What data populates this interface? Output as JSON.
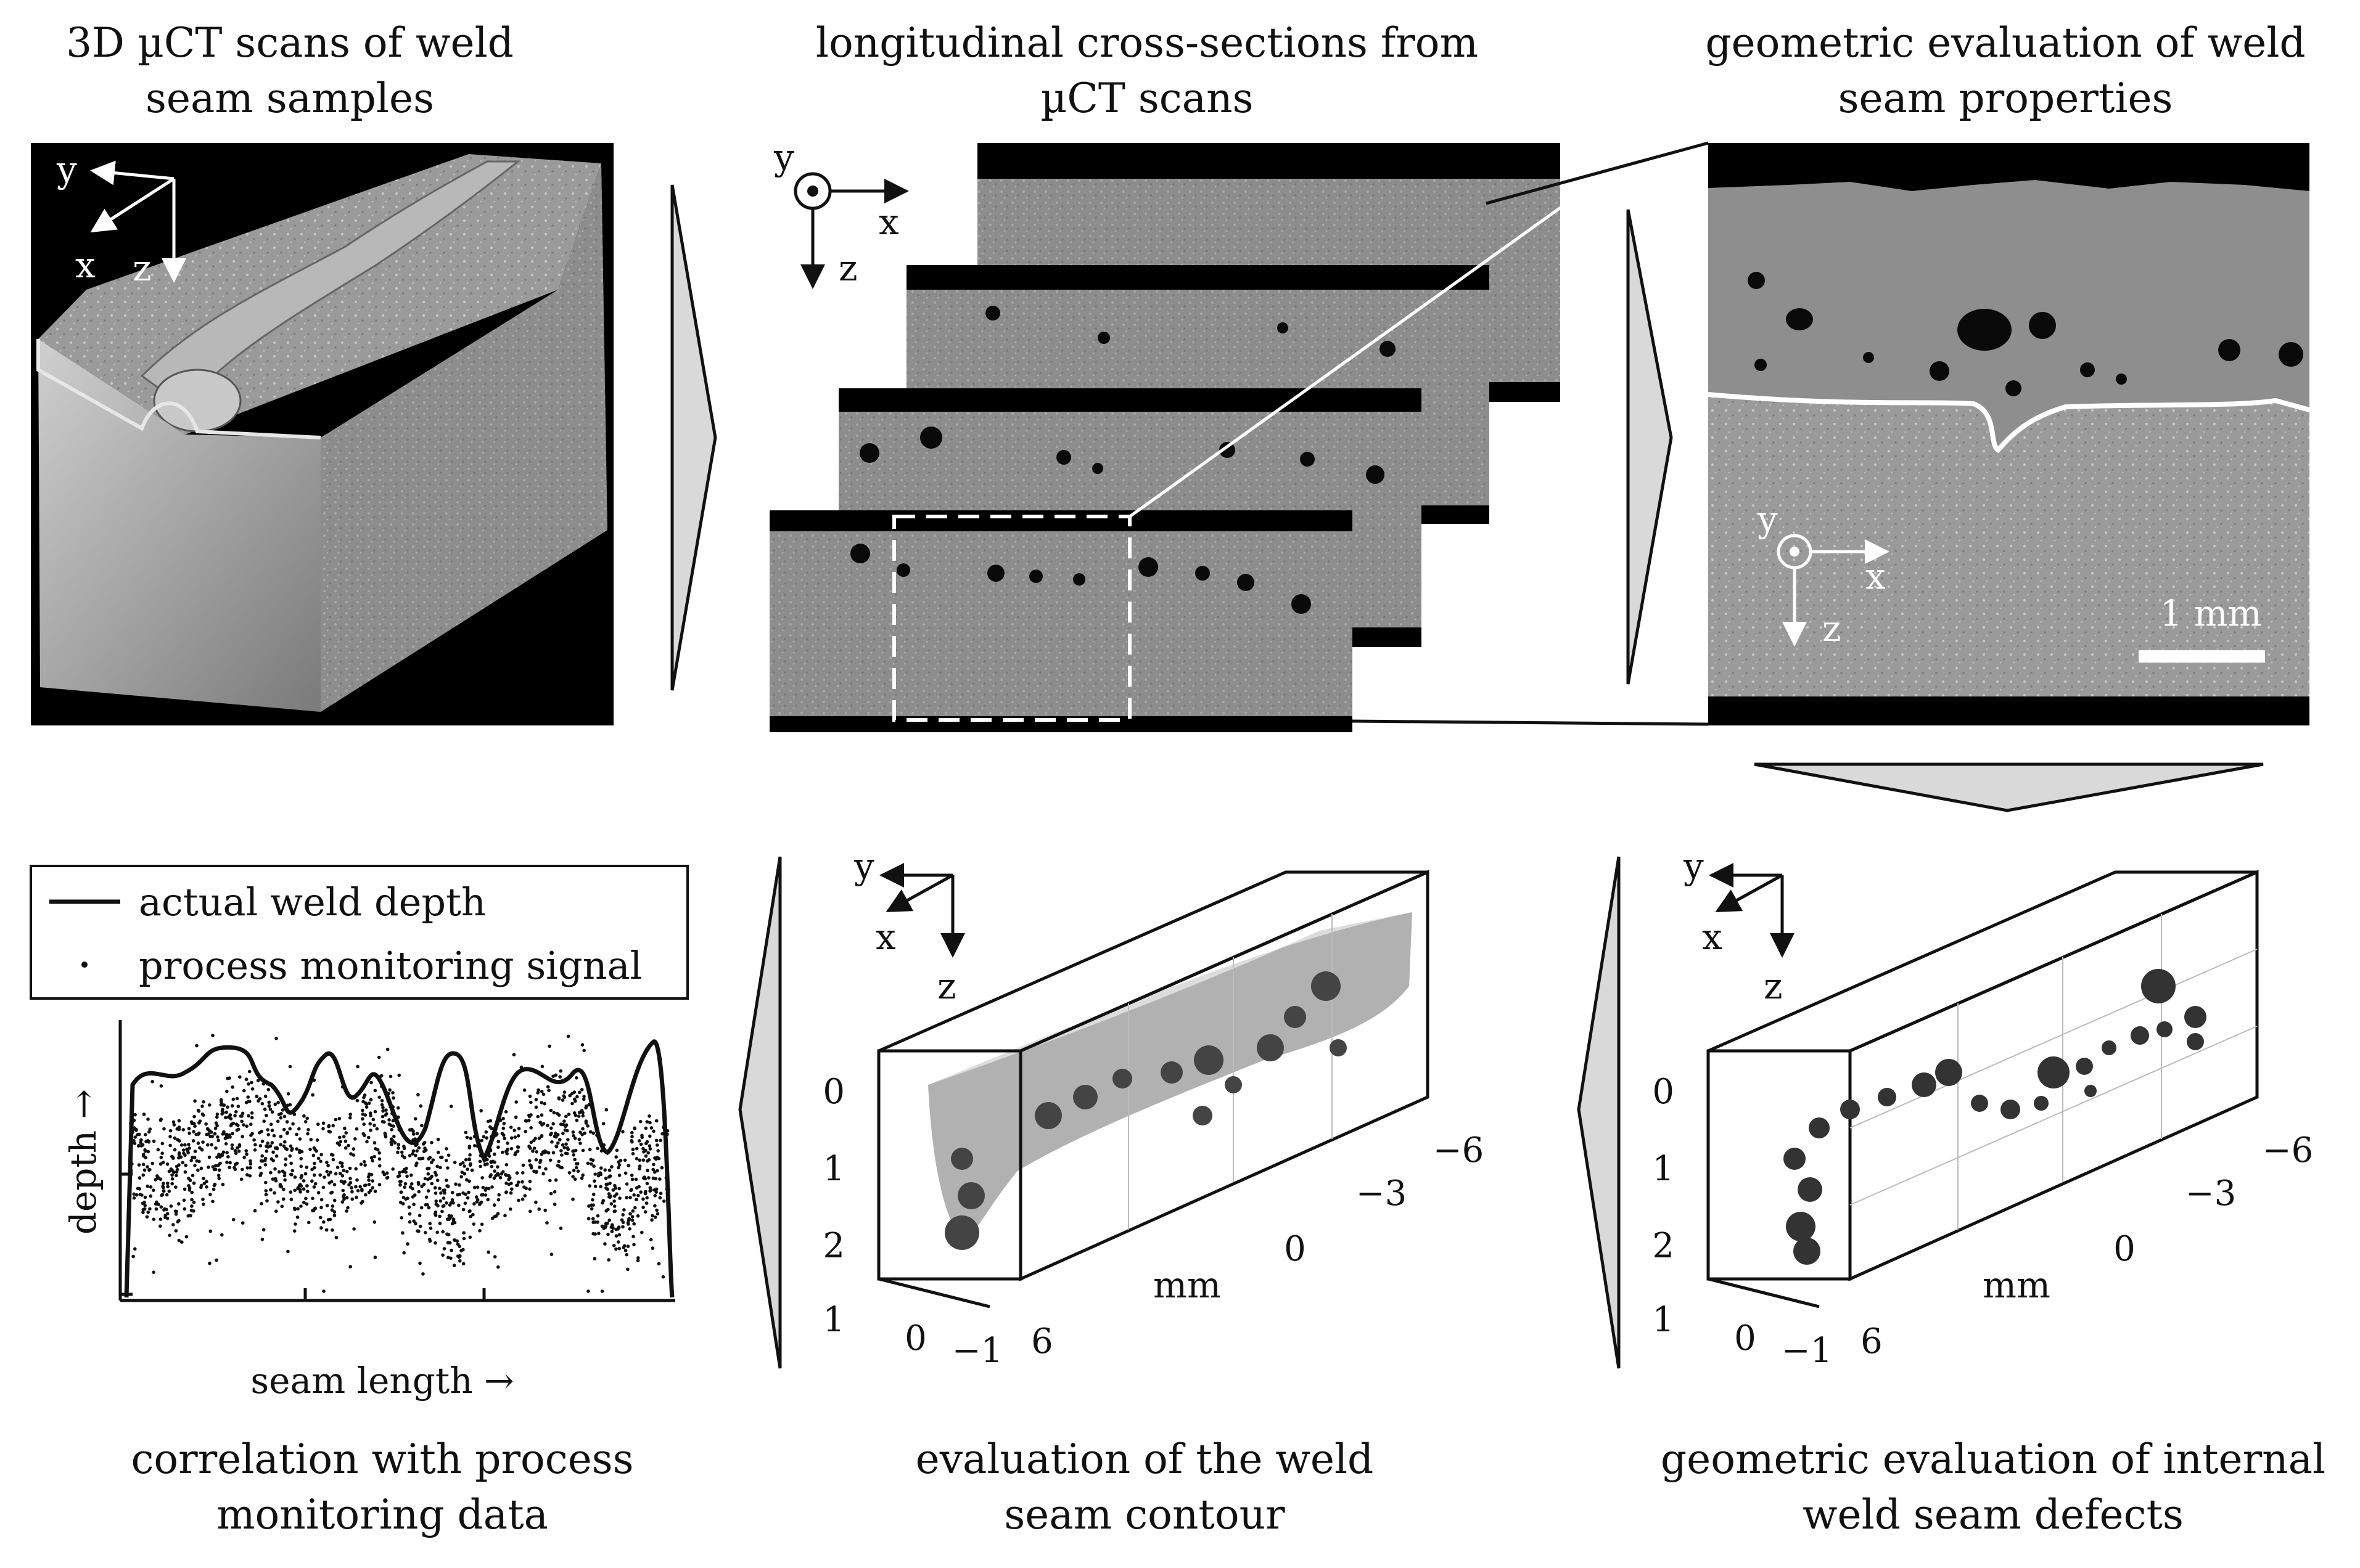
{
  "captions": {
    "scans_3d": [
      "3D µCT scans of weld",
      "seam samples"
    ],
    "cross_sections": [
      "longitudinal cross-sections from",
      "µCT scans"
    ],
    "geometric_properties": [
      "geometric evaluation of weld",
      "seam properties"
    ],
    "correlation": [
      "correlation with process",
      "monitoring data"
    ],
    "contour": [
      "evaluation of the weld",
      "seam contour"
    ],
    "defects": [
      "geometric evaluation of internal",
      "weld seam defects"
    ]
  },
  "axes": {
    "x": "x",
    "y": "y",
    "z": "z"
  },
  "scale_bar": {
    "label": "1 mm"
  },
  "plot3d": {
    "unit": "mm",
    "z_ticks": [
      "0",
      "1",
      "2"
    ],
    "y_ticks": [
      "1",
      "0",
      "−1"
    ],
    "x_ticks": [
      "6",
      "0",
      "−3",
      "−6"
    ]
  },
  "correlation_plot": {
    "legend": [
      "actual weld depth",
      "process monitoring signal"
    ],
    "xlabel": "seam length →",
    "ylabel": "depth →"
  },
  "colors": {
    "ink": "#111111",
    "arrow_fill": "#d9d9d9",
    "ct_gray": "#8a8a8a",
    "pore": "#0a0a0a"
  }
}
